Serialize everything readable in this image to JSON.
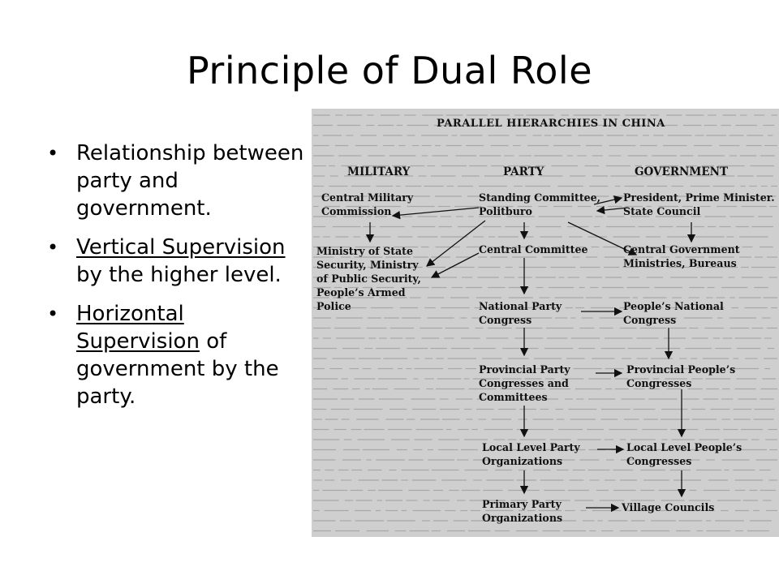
{
  "slide": {
    "title": "Principle of Dual Role",
    "bullets": [
      {
        "parts": [
          "Relationship between party and government."
        ],
        "underlined": []
      },
      {
        "parts": [
          "Vertical Supervision",
          " by the higher level."
        ],
        "underlined": [
          0
        ]
      },
      {
        "parts": [
          "Horizontal Supervision",
          " of government by the party."
        ],
        "underlined": [
          0
        ]
      }
    ]
  },
  "diagram": {
    "title": "PARALLEL HIERARCHIES IN CHINA",
    "columns": {
      "military": "MILITARY",
      "party": "PARTY",
      "government": "GOVERNMENT"
    },
    "nodes": {
      "cmc": [
        "Central Military",
        "Commission"
      ],
      "standing": [
        "Standing Committee,",
        "Politburo"
      ],
      "president": [
        "President, Prime Minister.",
        "State Council"
      ],
      "ministries": [
        "Ministry of State",
        "Security, Ministry",
        "of Public Security,",
        "People’s Armed",
        "Police"
      ],
      "central_committee": [
        "Central Committee"
      ],
      "central_gov": [
        "Central Government",
        "Ministries, Bureaus"
      ],
      "npc": [
        "National Party",
        "Congress"
      ],
      "peoples_national": [
        "People’s National",
        "Congress"
      ],
      "prov_party": [
        "Provincial Party",
        "Congresses and",
        "Committees"
      ],
      "prov_people": [
        "Provincial People’s",
        "Congresses"
      ],
      "local_party": [
        "Local Level Party",
        "Organizations"
      ],
      "local_people": [
        "Local Level People’s",
        "Congresses"
      ],
      "primary_party": [
        "Primary Party",
        "Organizations"
      ],
      "village": [
        "Village Councils"
      ]
    }
  }
}
